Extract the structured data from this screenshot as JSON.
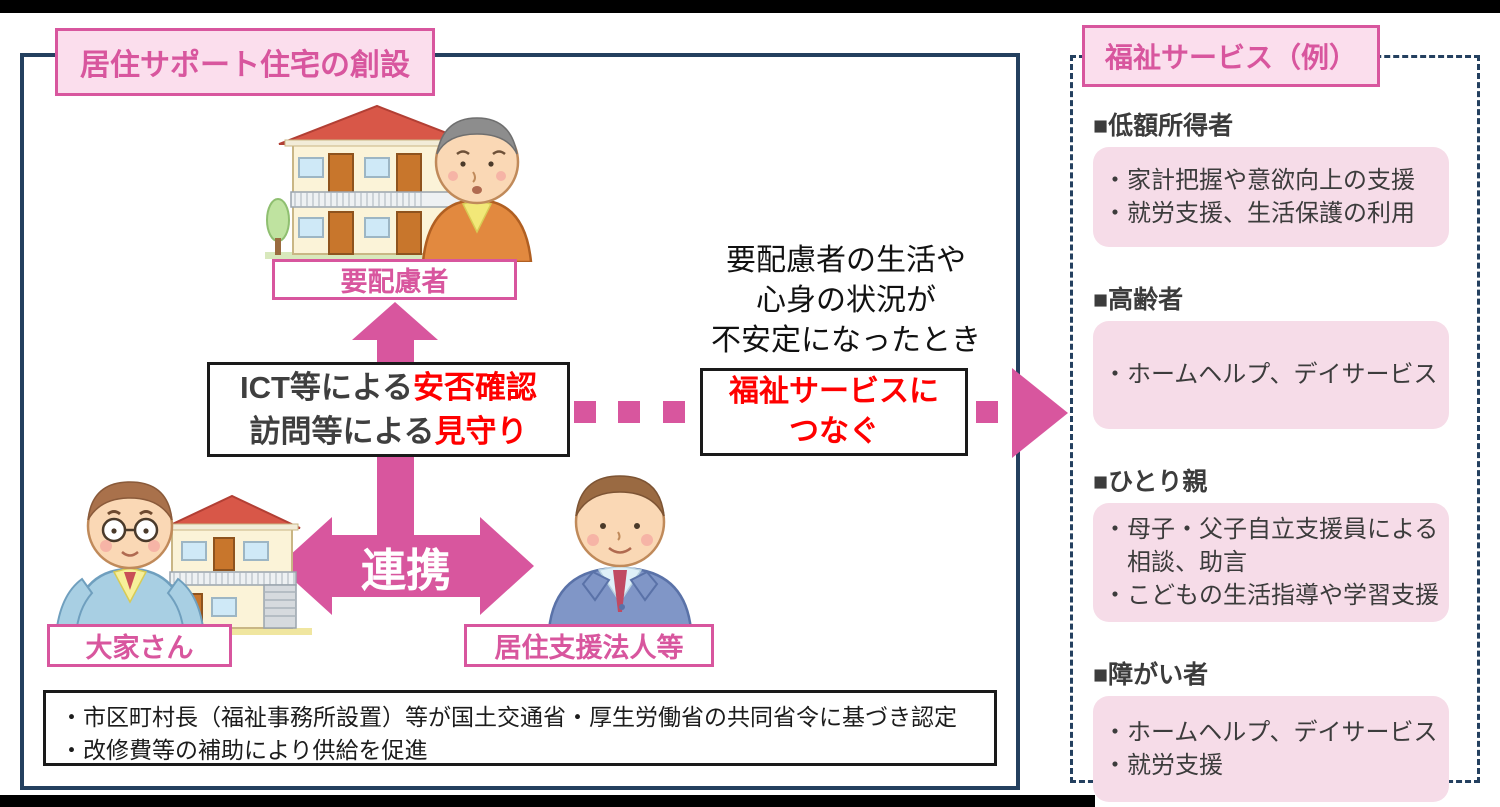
{
  "colors": {
    "pink": "#d8569e",
    "pink_light_bg": "#fbdeed",
    "panel_box_bg": "#f6dce8",
    "navy": "#24405f",
    "red": "#ff0000",
    "text_dark": "#3c3c3c"
  },
  "main_panel": {
    "title": "居住サポート住宅の創設",
    "resident_label": "要配慮者",
    "landlord_label": "大家さん",
    "support_org_label": "居住支援法人等",
    "cooperation_label": "連携",
    "ict_box": {
      "line1_plain": "ICT等による",
      "line1_red": "安否確認",
      "line2_plain": "訪問等による",
      "line2_red": "見守り"
    },
    "trigger_text": {
      "line1": "要配慮者の生活や",
      "line2": "心身の状況が",
      "line3": "不安定になったとき"
    },
    "connect_box": {
      "line1": "福祉サービスに",
      "line2": "つなぐ"
    },
    "notes": {
      "line1": "・市区町村長（福祉事務所設置）等が国土交通省・厚生労働省の共同省令に基づき認定",
      "line2": "・改修費等の補助により供給を促進"
    }
  },
  "services_panel": {
    "title": "福祉サービス（例）",
    "sections": [
      {
        "heading": "■低額所得者",
        "items": [
          "・家計把握や意欲向上の支援",
          "・就労支援、生活保護の利用"
        ]
      },
      {
        "heading": "■高齢者",
        "items": [
          "・ホームヘルプ、デイサービス"
        ]
      },
      {
        "heading": "■ひとり親",
        "items": [
          "・母子・父子自立支援員による\n　相談、助言",
          "・こどもの生活指導や学習支援"
        ]
      },
      {
        "heading": "■障がい者",
        "items": [
          "・ホームヘルプ、デイサービス",
          "・就労支援"
        ]
      }
    ]
  }
}
